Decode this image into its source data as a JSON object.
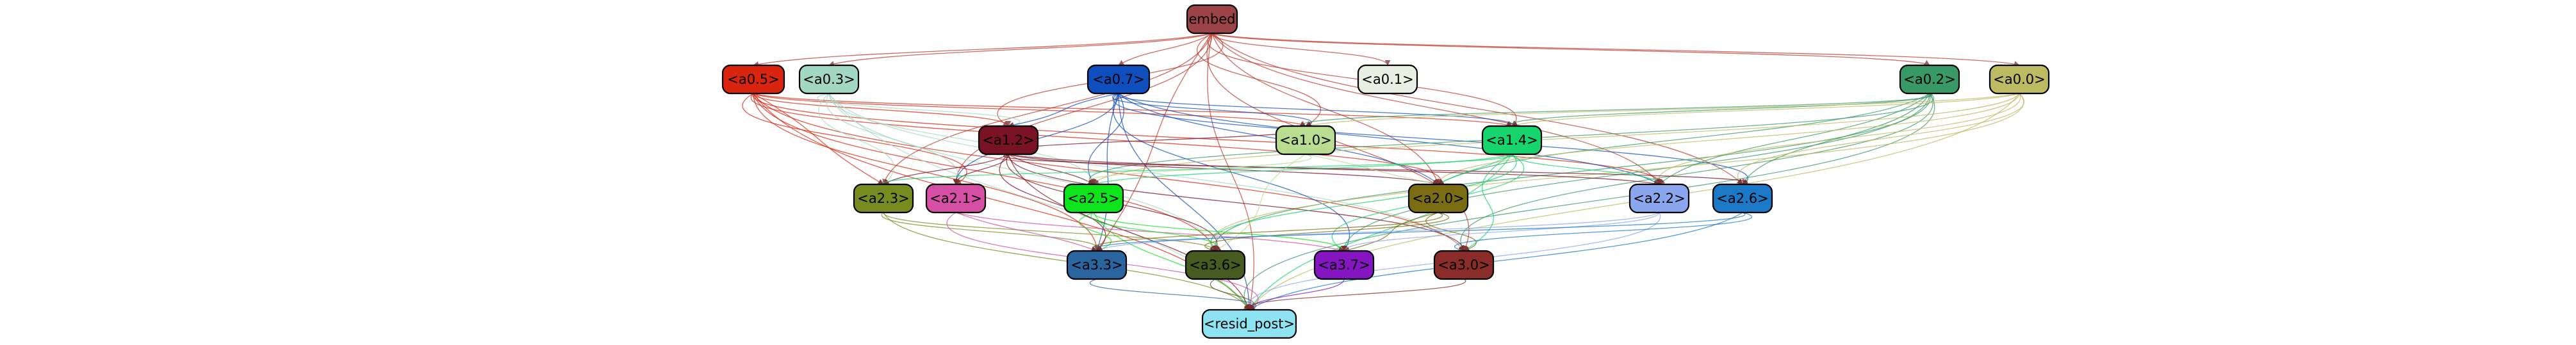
{
  "nodes": [
    {
      "id": "embed",
      "label": "embed",
      "fill": "#9b4347",
      "text": "#000000"
    },
    {
      "id": "a05",
      "label": "<a0.5>",
      "fill": "#d9250f",
      "text": "#000000"
    },
    {
      "id": "a03",
      "label": "<a0.3>",
      "fill": "#a2d7c3",
      "text": "#000000"
    },
    {
      "id": "a07",
      "label": "<a0.7>",
      "fill": "#0e4ebd",
      "text": "#000000"
    },
    {
      "id": "a01",
      "label": "<a0.1>",
      "fill": "#e9efe3",
      "text": "#000000"
    },
    {
      "id": "a02",
      "label": "<a0.2>",
      "fill": "#389966",
      "text": "#000000"
    },
    {
      "id": "a00",
      "label": "<a0.0>",
      "fill": "#bdbb62",
      "text": "#000000"
    },
    {
      "id": "a12",
      "label": "<a1.2>",
      "fill": "#7a1226",
      "text": "#000000"
    },
    {
      "id": "a10",
      "label": "<a1.0>",
      "fill": "#b8dc90",
      "text": "#000000"
    },
    {
      "id": "a14",
      "label": "<a1.4>",
      "fill": "#18d46c",
      "text": "#000000"
    },
    {
      "id": "a23",
      "label": "<a2.3>",
      "fill": "#778b21",
      "text": "#000000"
    },
    {
      "id": "a21",
      "label": "<a2.1>",
      "fill": "#d550a4",
      "text": "#000000"
    },
    {
      "id": "a25",
      "label": "<a2.5>",
      "fill": "#0ee41b",
      "text": "#000000"
    },
    {
      "id": "a20",
      "label": "<a2.0>",
      "fill": "#7a6c12",
      "text": "#000000"
    },
    {
      "id": "a22",
      "label": "<a2.2>",
      "fill": "#8aa6ee",
      "text": "#000000"
    },
    {
      "id": "a26",
      "label": "<a2.6>",
      "fill": "#1c79c8",
      "text": "#000000"
    },
    {
      "id": "a33",
      "label": "<a3.3>",
      "fill": "#2a65a0",
      "text": "#000000"
    },
    {
      "id": "a36",
      "label": "<a3.6>",
      "fill": "#465b20",
      "text": "#000000"
    },
    {
      "id": "a37",
      "label": "<a3.7>",
      "fill": "#8515c1",
      "text": "#000000"
    },
    {
      "id": "a30",
      "label": "<a3.0>",
      "fill": "#8a2d2a",
      "text": "#000000"
    },
    {
      "id": "resid",
      "label": "<resid_post>",
      "fill": "#8de3f2",
      "text": "#000000"
    }
  ]
}
